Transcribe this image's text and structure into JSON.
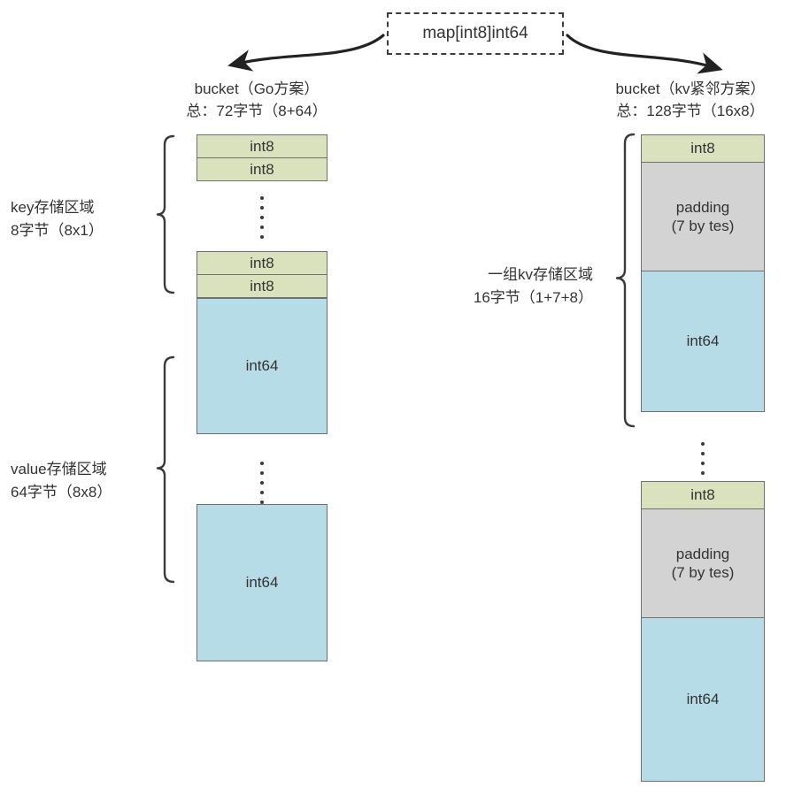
{
  "diagram": {
    "title_box": {
      "label": "map[int8]int64"
    },
    "colors": {
      "int8_fill": "#d9e2bd",
      "int64_fill": "#b5dce7",
      "padding_fill": "#d3d3d3",
      "cell_border": "#707070",
      "stroke": "#333333"
    },
    "left_column": {
      "header_line1": "bucket（Go方案）",
      "header_line2": "总：72字节（8+64）",
      "key_region": {
        "label_line1": "key存储区域",
        "label_line2": "8字节（8x1）"
      },
      "value_region": {
        "label_line1": "value存储区域",
        "label_line2": "64字节（8x8）"
      },
      "key_group_top": [
        {
          "label": "int8"
        },
        {
          "label": "int8"
        }
      ],
      "key_group_bottom": [
        {
          "label": "int8"
        },
        {
          "label": "int8"
        }
      ],
      "value_group_top": [
        {
          "label": "int64"
        }
      ],
      "value_group_bottom": [
        {
          "label": "int64"
        }
      ]
    },
    "right_column": {
      "header_line1": "bucket（kv紧邻方案）",
      "header_line2": "总：128字节（16x8）",
      "kv_region": {
        "label_line1": "一组kv存储区域",
        "label_line2": "16字节（1+7+8）"
      },
      "kv_group_top": [
        {
          "label": "int8"
        },
        {
          "label": "padding",
          "label2": "(7 by tes)"
        },
        {
          "label": "int64"
        }
      ],
      "kv_group_bottom": [
        {
          "label": "int8"
        },
        {
          "label": "padding",
          "label2": "(7 by tes)"
        },
        {
          "label": "int64"
        }
      ]
    }
  }
}
